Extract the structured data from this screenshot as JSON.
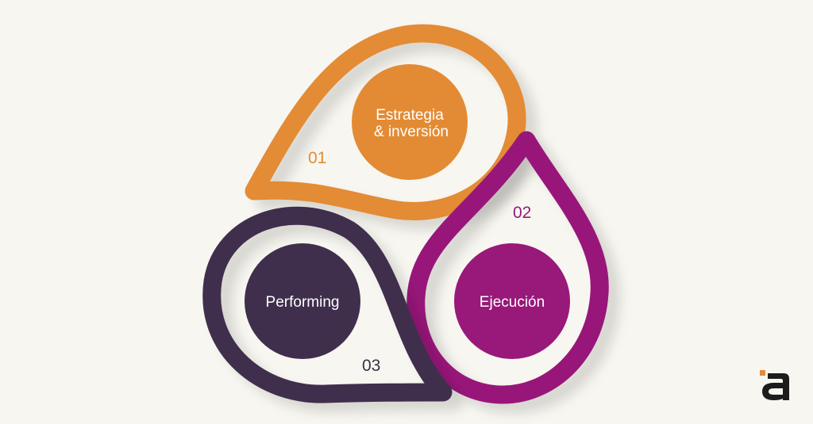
{
  "steps": [
    {
      "number": "01",
      "label_line1": "Estrategia",
      "label_line2": "& inversión",
      "color": "#e38b34"
    },
    {
      "number": "02",
      "label_line1": "Ejecución",
      "color": "#98197a"
    },
    {
      "number": "03",
      "label_line1": "Performing",
      "color": "#3f2f4d"
    }
  ],
  "colors": {
    "background": "#f7f6f0",
    "logo_dark": "#1c1c1c",
    "logo_accent": "#e38b34"
  },
  "logo": {
    "name": "a-logo-icon"
  }
}
